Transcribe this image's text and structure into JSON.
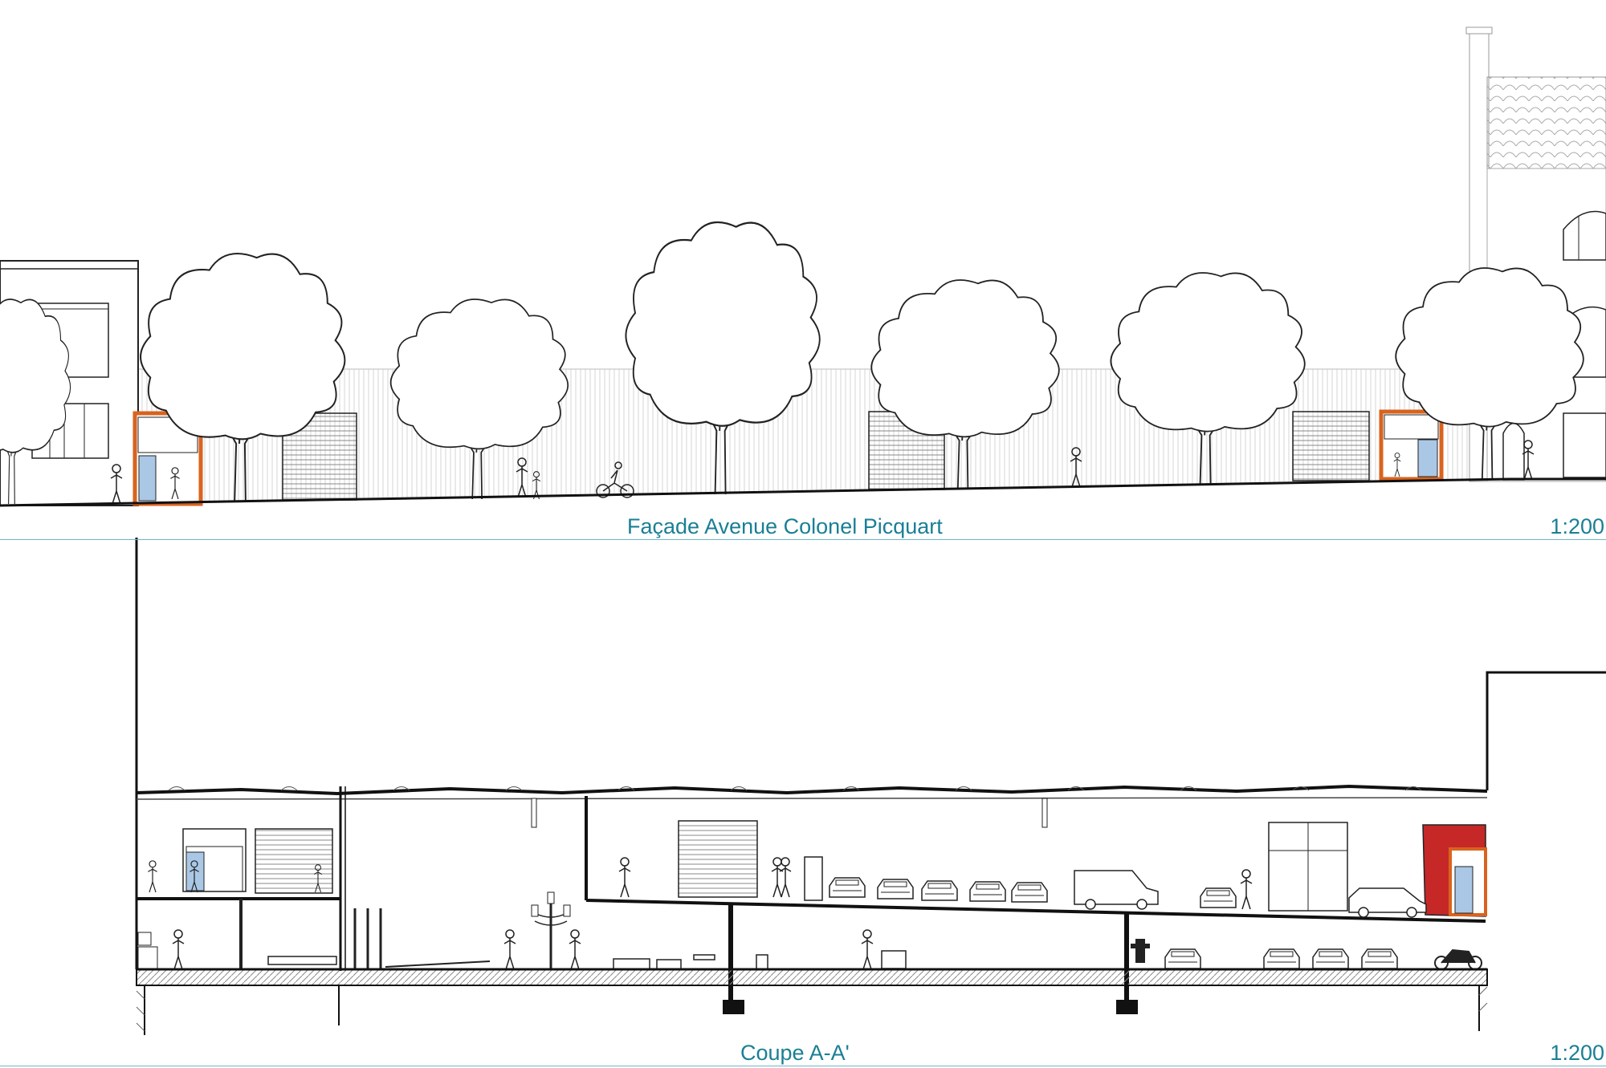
{
  "drawings": [
    {
      "title": "Façade  Avenue Colonel Picquart",
      "scale": "1:200"
    },
    {
      "title": "Coupe A-A'",
      "scale": "1:200"
    }
  ],
  "colors": {
    "caption": "#1a7f95",
    "rule": "#6fb7c8",
    "line": "#111111",
    "hatch": "#777777",
    "kiosk_orange": "#d9631e",
    "kiosk_red": "#c62828",
    "glass_blue": "#aac8e6"
  }
}
